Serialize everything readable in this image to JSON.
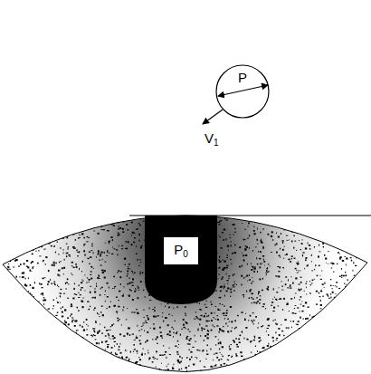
{
  "diagram": {
    "nodes": [
      {
        "text": [
          "P"
        ]
      },
      {
        "text": [
          "P0"
        ]
      }
    ],
    "labels": [
      "V1"
    ]
  }
}
